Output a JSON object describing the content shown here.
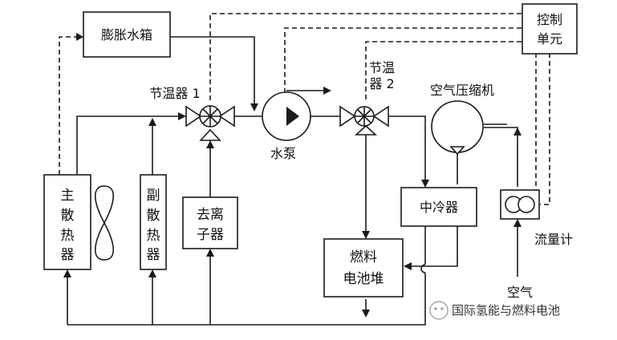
{
  "labels": {
    "expansion_tank": "膨胀水箱",
    "control_unit_line1": "控制",
    "control_unit_line2": "单元",
    "thermostat1": "节温器 1",
    "thermostat2_line1": "节温",
    "thermostat2_line2": "器 2",
    "water_pump": "水泵",
    "air_compressor": "空气压缩机",
    "main_radiator": [
      "主",
      "散",
      "热",
      "器"
    ],
    "aux_radiator": [
      "副",
      "散",
      "热",
      "器"
    ],
    "deionizer_line1": "去离",
    "deionizer_line2": "子器",
    "intercooler": "中冷器",
    "flowmeter": "流量计",
    "stack_line1": "燃料",
    "stack_line2": "电池堆",
    "air": "空气"
  },
  "watermark": {
    "text": "国际氢能与燃料电池"
  }
}
